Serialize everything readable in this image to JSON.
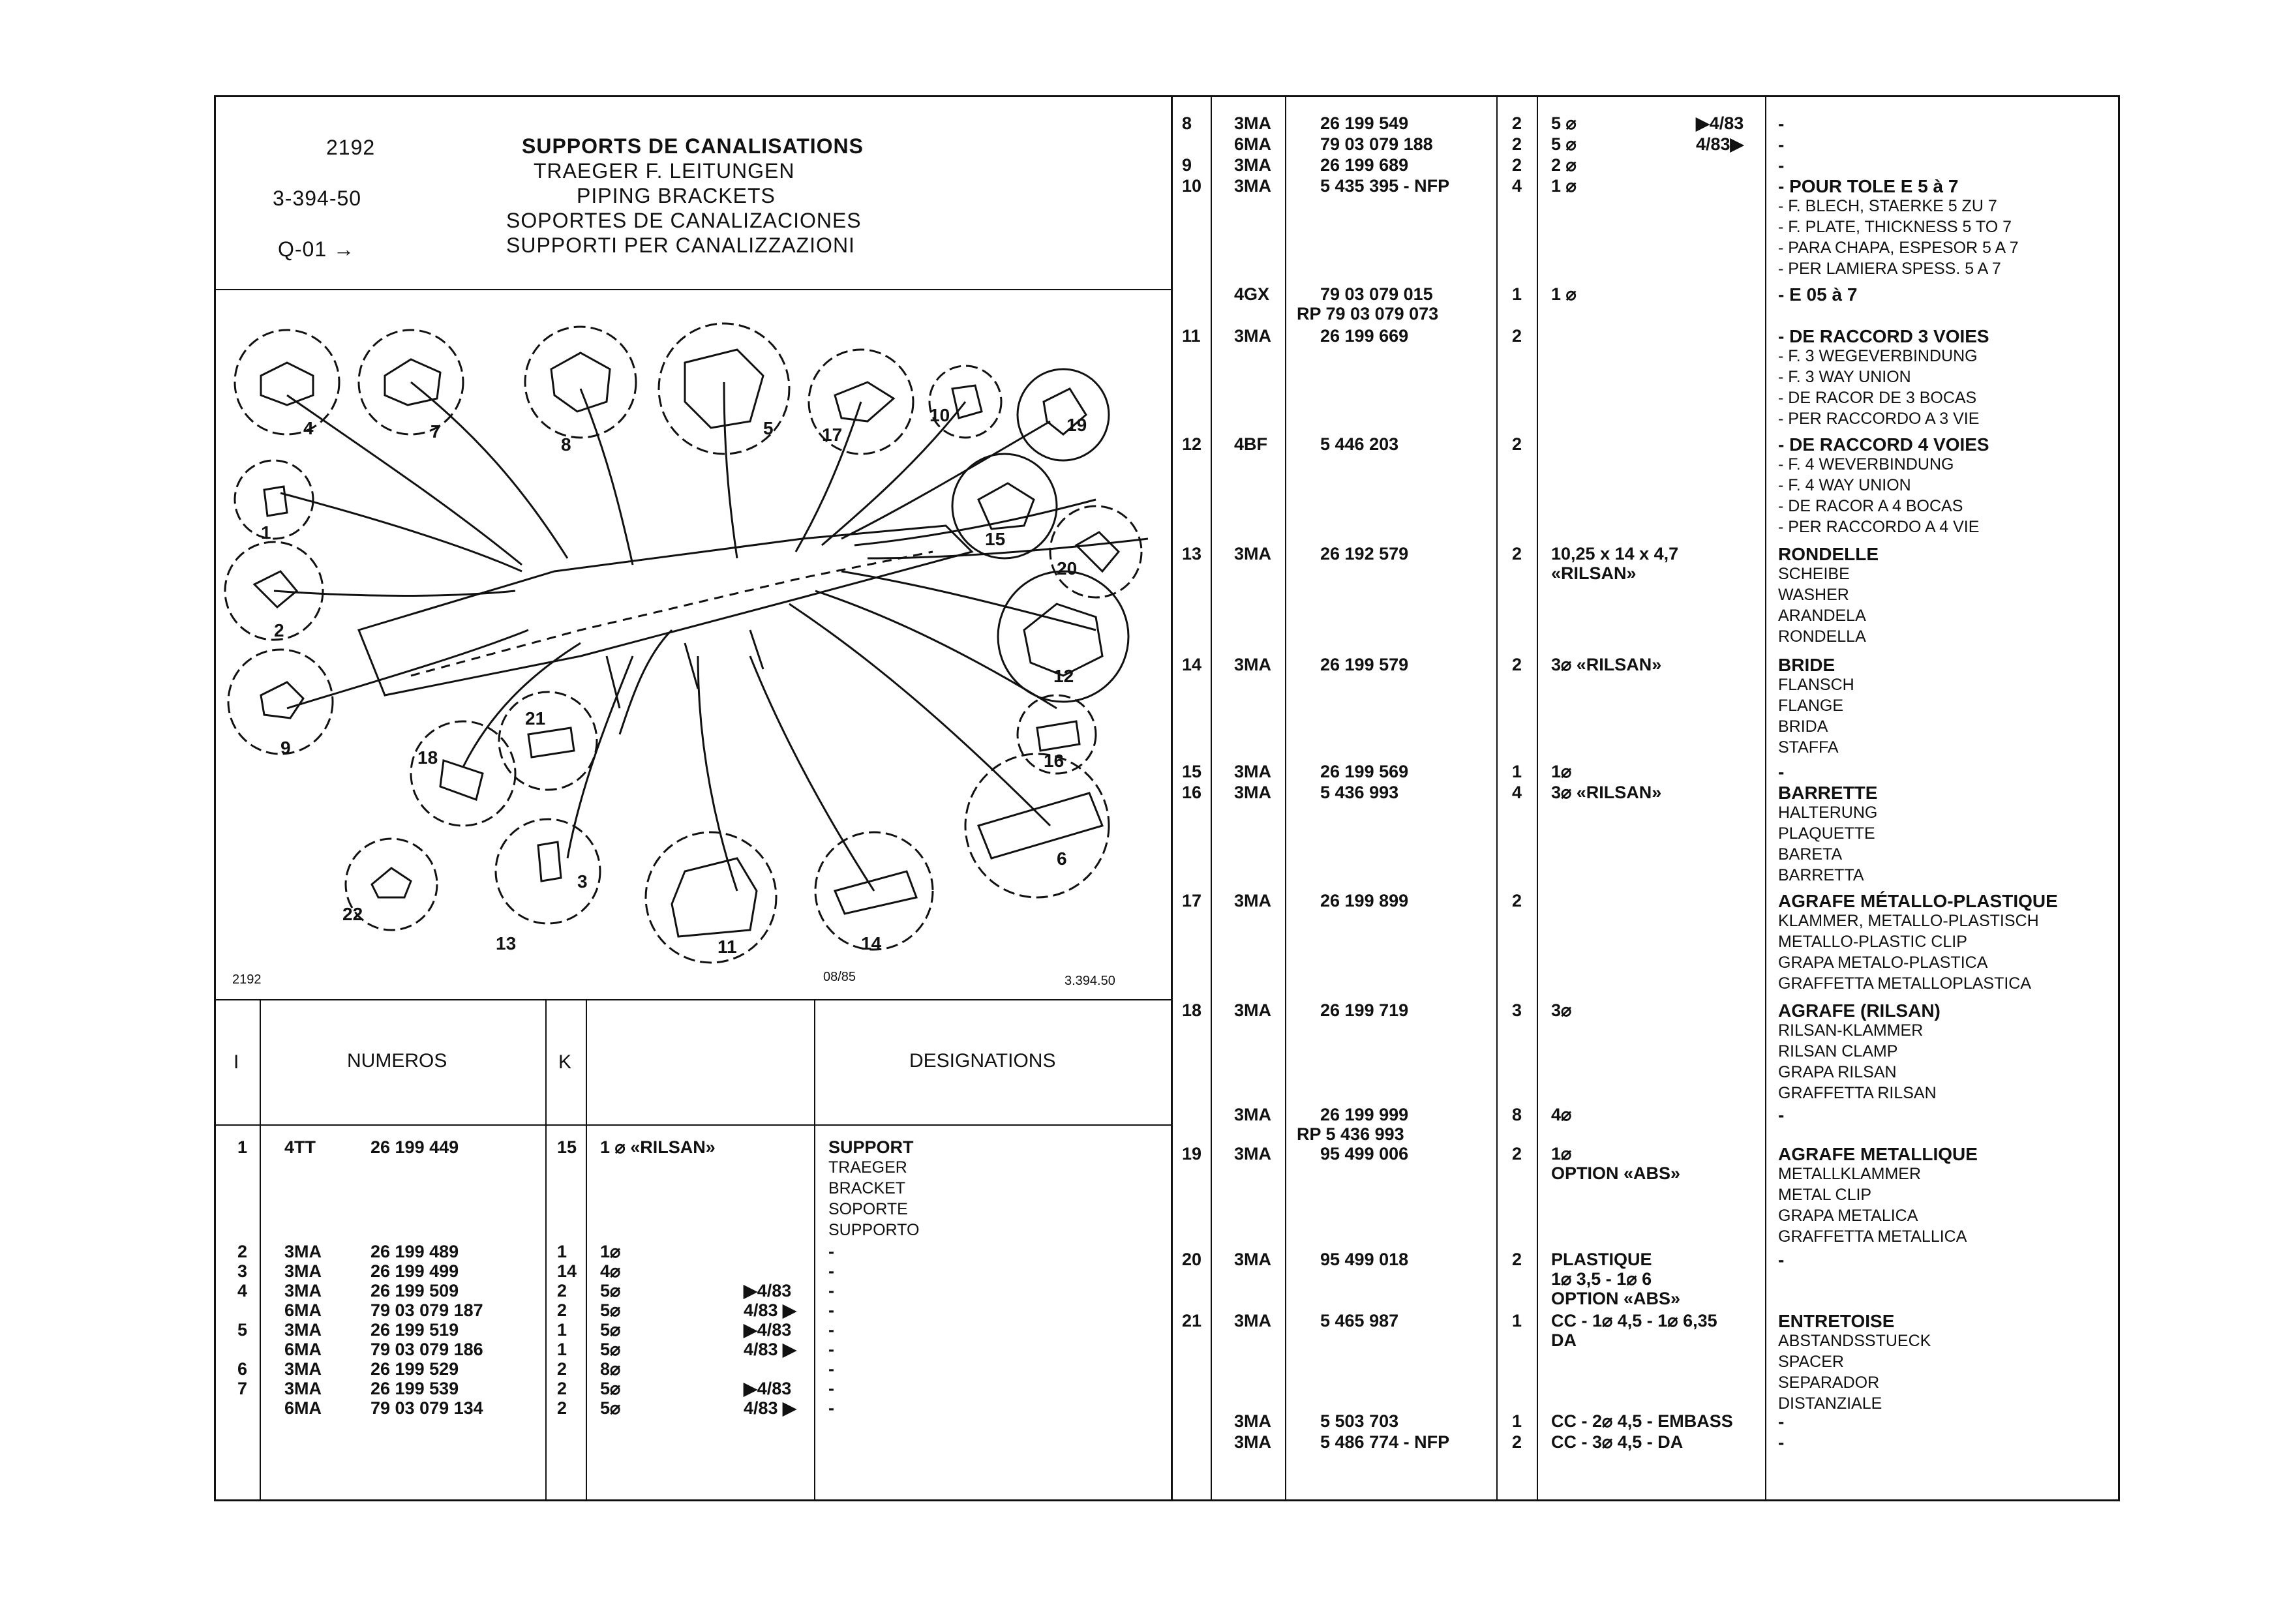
{
  "header": {
    "group_number": "2192",
    "reference": "3-394-50",
    "edition": "Q-01 →",
    "titles": [
      "SUPPORTS DE CANALISATIONS",
      "TRAEGER F. LEITUNGEN",
      "PIPING BRACKETS",
      "SOPORTES DE CANALIZACIONES",
      "SUPPORTI PER CANALIZZAZIONI"
    ]
  },
  "diagram": {
    "corner_left": "2192",
    "corner_mid": "08/85",
    "corner_right": "3.394.50",
    "callouts": [
      "1",
      "2",
      "3",
      "4",
      "5",
      "6",
      "7",
      "8",
      "9",
      "10",
      "11",
      "12",
      "13",
      "14",
      "15",
      "16",
      "17",
      "18",
      "19",
      "20",
      "21",
      "22"
    ]
  },
  "left_table": {
    "headers": {
      "index": "I",
      "numeros": "NUMEROS",
      "k": "K",
      "designations": "DESIGNATIONS"
    },
    "rows": [
      {
        "i": "1",
        "code": "4TT",
        "num": "26 199 449",
        "k": "15",
        "spec": "1 ⌀ «RILSAN»",
        "date": "",
        "des": "SUPPORT"
      },
      {
        "i": "",
        "code": "",
        "num": "",
        "k": "",
        "spec": "",
        "date": "",
        "des": "TRAEGER"
      },
      {
        "i": "",
        "code": "",
        "num": "",
        "k": "",
        "spec": "",
        "date": "",
        "des": "BRACKET"
      },
      {
        "i": "",
        "code": "",
        "num": "",
        "k": "",
        "spec": "",
        "date": "",
        "des": "SOPORTE"
      },
      {
        "i": "",
        "code": "",
        "num": "",
        "k": "",
        "spec": "",
        "date": "",
        "des": "SUPPORTO"
      },
      {
        "i": "2",
        "code": "3MA",
        "num": "26 199 489",
        "k": "1",
        "spec": "1⌀",
        "date": "",
        "des": "-"
      },
      {
        "i": "3",
        "code": "3MA",
        "num": "26 199 499",
        "k": "14",
        "spec": "4⌀",
        "date": "",
        "des": "-"
      },
      {
        "i": "4",
        "code": "3MA",
        "num": "26 199 509",
        "k": "2",
        "spec": "5⌀",
        "date": "▶4/83",
        "des": "-"
      },
      {
        "i": "",
        "code": "6MA",
        "num": "79 03 079 187",
        "k": "2",
        "spec": "5⌀",
        "date": "4/83 ▶",
        "des": "-"
      },
      {
        "i": "5",
        "code": "3MA",
        "num": "26 199 519",
        "k": "1",
        "spec": "5⌀",
        "date": "▶4/83",
        "des": "-"
      },
      {
        "i": "",
        "code": "6MA",
        "num": "79 03 079 186",
        "k": "1",
        "spec": "5⌀",
        "date": "4/83 ▶",
        "des": "-"
      },
      {
        "i": "6",
        "code": "3MA",
        "num": "26 199 529",
        "k": "2",
        "spec": "8⌀",
        "date": "",
        "des": "-"
      },
      {
        "i": "7",
        "code": "3MA",
        "num": "26 199 539",
        "k": "2",
        "spec": "5⌀",
        "date": "▶4/83",
        "des": "-"
      },
      {
        "i": "",
        "code": "6MA",
        "num": "79 03 079 134",
        "k": "2",
        "spec": "5⌀",
        "date": "4/83 ▶",
        "des": "-"
      }
    ]
  },
  "right_table": {
    "rows": [
      {
        "i": "8",
        "code": "3MA",
        "num": "26 199 549",
        "k": "2",
        "spec": "5 ⌀",
        "date": "▶4/83",
        "des": [
          "-"
        ]
      },
      {
        "i": "",
        "code": "6MA",
        "num": "79 03 079 188",
        "k": "2",
        "spec": "5 ⌀",
        "date": "4/83▶",
        "des": [
          "-"
        ]
      },
      {
        "i": "9",
        "code": "3MA",
        "num": "26 199 689",
        "k": "2",
        "spec": "2 ⌀",
        "date": "",
        "des": [
          "-"
        ]
      },
      {
        "i": "10",
        "code": "3MA",
        "num": "5 435 395 - NFP",
        "k": "4",
        "spec": "1 ⌀",
        "date": "",
        "des": [
          "- POUR TOLE E 5 à 7",
          "- F. BLECH, STAERKE 5 ZU 7",
          "- F. PLATE, THICKNESS 5 TO 7",
          "- PARA CHAPA, ESPESOR 5 A 7",
          "- PER LAMIERA SPESS. 5 A 7"
        ]
      },
      {
        "i": "",
        "code": "4GX",
        "num": "79 03 079 015",
        "num2": "RP 79 03 079 073",
        "k": "1",
        "spec": "1 ⌀",
        "date": "",
        "des": [
          "- E 05 à 7"
        ]
      },
      {
        "i": "11",
        "code": "3MA",
        "num": "26 199 669",
        "k": "2",
        "spec": "",
        "date": "",
        "des": [
          "- DE RACCORD 3 VOIES",
          "- F. 3 WEGEVERBINDUNG",
          "- F. 3 WAY UNION",
          "- DE RACOR DE 3 BOCAS",
          "- PER RACCORDO A 3 VIE"
        ]
      },
      {
        "i": "12",
        "code": "4BF",
        "num": "5 446 203",
        "k": "2",
        "spec": "",
        "date": "",
        "des": [
          "- DE RACCORD 4 VOIES",
          "- F. 4 WEVERBINDUNG",
          "- F. 4 WAY UNION",
          "- DE RACOR A 4 BOCAS",
          "- PER RACCORDO A 4 VIE"
        ]
      },
      {
        "i": "13",
        "code": "3MA",
        "num": "26 192 579",
        "k": "2",
        "spec": "10,25 x 14 x 4,7",
        "spec2": "«RILSAN»",
        "date": "",
        "des": [
          "RONDELLE",
          "SCHEIBE",
          "WASHER",
          "ARANDELA",
          "RONDELLA"
        ]
      },
      {
        "i": "14",
        "code": "3MA",
        "num": "26 199 579",
        "k": "2",
        "spec": "3⌀ «RILSAN»",
        "date": "",
        "des": [
          "BRIDE",
          "FLANSCH",
          "FLANGE",
          "BRIDA",
          "STAFFA"
        ]
      },
      {
        "i": "15",
        "code": "3MA",
        "num": "26 199 569",
        "k": "1",
        "spec": "1⌀",
        "date": "",
        "des": [
          "-"
        ]
      },
      {
        "i": "16",
        "code": "3MA",
        "num": "5 436 993",
        "k": "4",
        "spec": "3⌀ «RILSAN»",
        "date": "",
        "des": [
          "BARRETTE",
          "HALTERUNG",
          "PLAQUETTE",
          "BARETA",
          "BARRETTA"
        ]
      },
      {
        "i": "17",
        "code": "3MA",
        "num": "26 199 899",
        "k": "2",
        "spec": "",
        "date": "",
        "des": [
          "AGRAFE MÉTALLO-PLASTIQUE",
          "KLAMMER, METALLO-PLASTISCH",
          "METALLO-PLASTIC CLIP",
          "GRAPA METALO-PLASTICA",
          "GRAFFETTA METALLOPLASTICA"
        ]
      },
      {
        "i": "18",
        "code": "3MA",
        "num": "26 199 719",
        "k": "3",
        "spec": "3⌀",
        "date": "",
        "des": [
          "AGRAFE (RILSAN)",
          "RILSAN-KLAMMER",
          "RILSAN CLAMP",
          "GRAPA RILSAN",
          "GRAFFETTA RILSAN"
        ]
      },
      {
        "i": "",
        "code": "3MA",
        "num": "26 199 999",
        "num2": "RP 5 436 993",
        "k": "8",
        "spec": "4⌀",
        "date": "",
        "des": [
          "-"
        ]
      },
      {
        "i": "19",
        "code": "3MA",
        "num": "95 499 006",
        "k": "2",
        "spec": "1⌀",
        "spec2": "OPTION «ABS»",
        "date": "",
        "des": [
          "AGRAFE METALLIQUE",
          "METALLKLAMMER",
          "METAL CLIP",
          "GRAPA METALICA",
          "GRAFFETTA METALLICA"
        ]
      },
      {
        "i": "20",
        "code": "3MA",
        "num": "95 499 018",
        "k": "2",
        "spec": "PLASTIQUE",
        "spec2": "1⌀ 3,5 - 1⌀ 6",
        "spec3": "OPTION «ABS»",
        "date": "",
        "des": [
          "-"
        ]
      },
      {
        "i": "21",
        "code": "3MA",
        "num": "5 465 987",
        "k": "1",
        "spec": "CC - 1⌀ 4,5 - 1⌀ 6,35",
        "spec2": "DA",
        "date": "",
        "des": [
          "ENTRETOISE",
          "ABSTANDSSTUECK",
          "SPACER",
          "SEPARADOR",
          "DISTANZIALE"
        ]
      },
      {
        "i": "",
        "code": "3MA",
        "num": "5 503 703",
        "k": "1",
        "spec": "CC - 2⌀ 4,5 - EMBASS",
        "date": "",
        "des": [
          "-"
        ]
      },
      {
        "i": "",
        "code": "3MA",
        "num": "5 486 774 - NFP",
        "k": "2",
        "spec": "CC - 3⌀ 4,5 - DA",
        "date": "",
        "des": [
          "-"
        ]
      }
    ]
  }
}
